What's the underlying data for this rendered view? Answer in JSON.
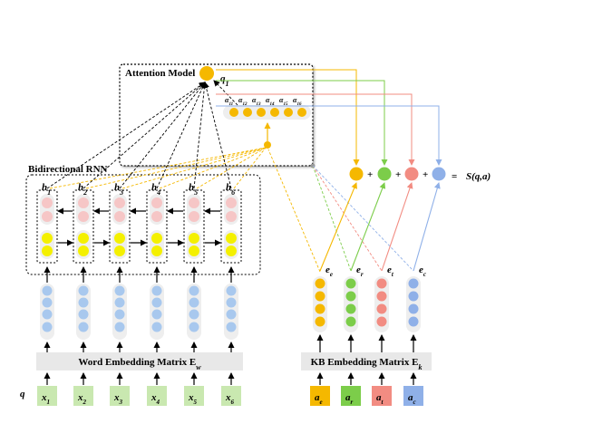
{
  "attention_title": "Attention Model",
  "q1_label": "q",
  "q1_sub": "1",
  "alpha_labels": [
    "α 11",
    "α 12",
    "α 13",
    "α 14",
    "α 15",
    "α 16"
  ],
  "rnn_title": "Bidirectional RNN",
  "hidden_labels": [
    {
      "main": "h",
      "sub": "1"
    },
    {
      "main": "h",
      "sub": "2"
    },
    {
      "main": "h",
      "sub": "3"
    },
    {
      "main": "h",
      "sub": "4"
    },
    {
      "main": "h",
      "sub": "5"
    },
    {
      "main": "h",
      "sub": "6"
    }
  ],
  "word_embedding_label": "Word Embedding Matrix E",
  "word_embedding_sub": "w",
  "kb_embedding_label": "KB Embedding Matrix E",
  "kb_embedding_sub": "k",
  "q_label": "q",
  "inputs": [
    {
      "main": "x",
      "sub": "1"
    },
    {
      "main": "x",
      "sub": "2"
    },
    {
      "main": "x",
      "sub": "3"
    },
    {
      "main": "x",
      "sub": "4"
    },
    {
      "main": "x",
      "sub": "5"
    },
    {
      "main": "x",
      "sub": "6"
    }
  ],
  "answer_inputs": [
    {
      "main": "a",
      "sub": "e",
      "color": "#f5b800"
    },
    {
      "main": "a",
      "sub": "r",
      "color": "#7ccd4a"
    },
    {
      "main": "a",
      "sub": "t",
      "color": "#f28c82"
    },
    {
      "main": "a",
      "sub": "c",
      "color": "#8fb0e8"
    }
  ],
  "kb_embeddings": [
    {
      "main": "e",
      "sub": "e",
      "color": "#f5b800"
    },
    {
      "main": "e",
      "sub": "r",
      "color": "#7ccd4a"
    },
    {
      "main": "e",
      "sub": "t",
      "color": "#f28c82"
    },
    {
      "main": "e",
      "sub": "c",
      "color": "#8fb0e8"
    }
  ],
  "plus_sign": "+",
  "equals_sign": "=",
  "score_label": "S(q,a)",
  "colors": {
    "yellow": "#f5b800",
    "green": "#7ccd4a",
    "red": "#f28c82",
    "blue": "#8fb0e8",
    "pink": "#f6c6c6",
    "bright_yellow": "#f4f000",
    "embed_blue": "#a8c8ee",
    "input_green": "#c9e8b0"
  }
}
